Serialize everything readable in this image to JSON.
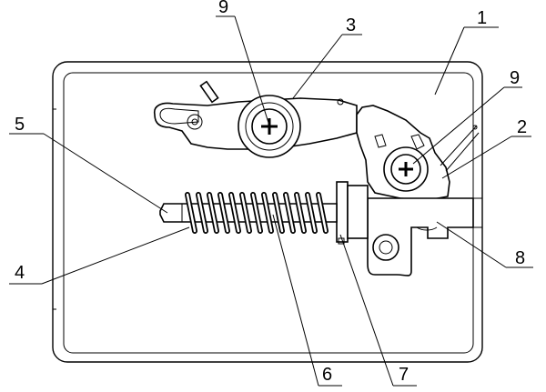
{
  "labels": {
    "l1": "1",
    "l2": "2",
    "l3": "3",
    "l4": "4",
    "l5": "5",
    "l6": "6",
    "l7": "7",
    "l8": "8",
    "l9a": "9",
    "l9b": "9"
  }
}
